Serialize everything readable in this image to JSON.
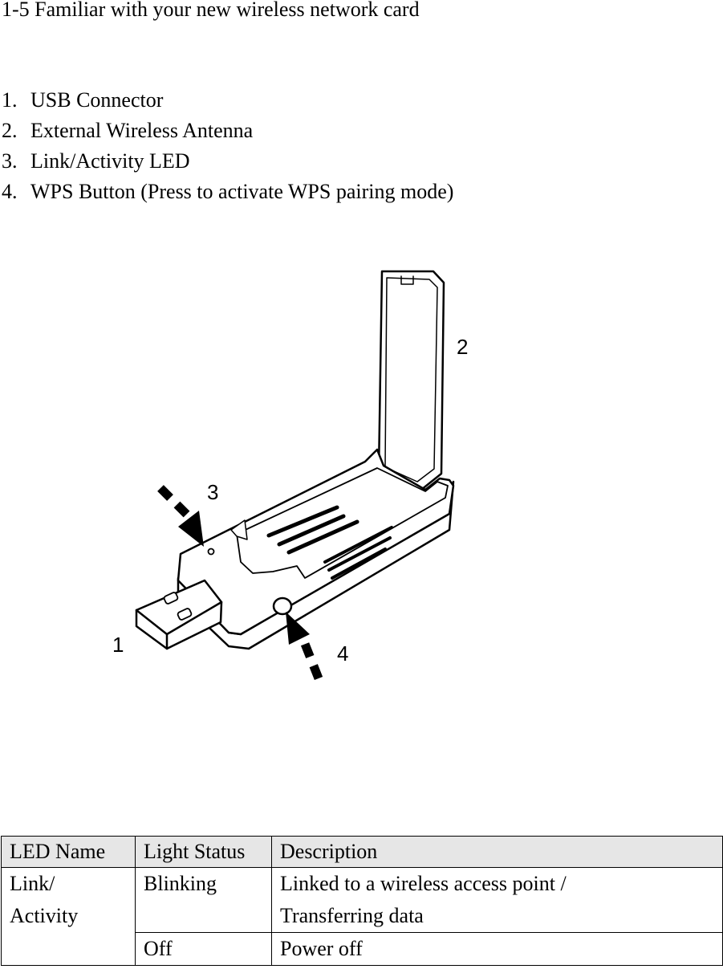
{
  "section_title": "1-5 Familiar with your new wireless network card",
  "parts": [
    {
      "num": "1.",
      "label": "USB Connector"
    },
    {
      "num": "2.",
      "label": "External Wireless Antenna"
    },
    {
      "num": "3.",
      "label": "Link/Activity LED"
    },
    {
      "num": "4.",
      "label": "WPS Button (Press to activate WPS pairing mode)"
    }
  ],
  "figure": {
    "callouts": {
      "c1": "1",
      "c2": "2",
      "c3": "3",
      "c4": "4"
    }
  },
  "led_table": {
    "headers": [
      "LED Name",
      "Light Status",
      "Description"
    ],
    "led_name_line1": "Link/",
    "led_name_line2": "Activity",
    "rows": [
      {
        "status": "Blinking",
        "desc_line1": "Linked to a wireless access point /",
        "desc_line2": "Transferring data"
      },
      {
        "status": "Off",
        "desc_line1": "Power off"
      }
    ]
  }
}
